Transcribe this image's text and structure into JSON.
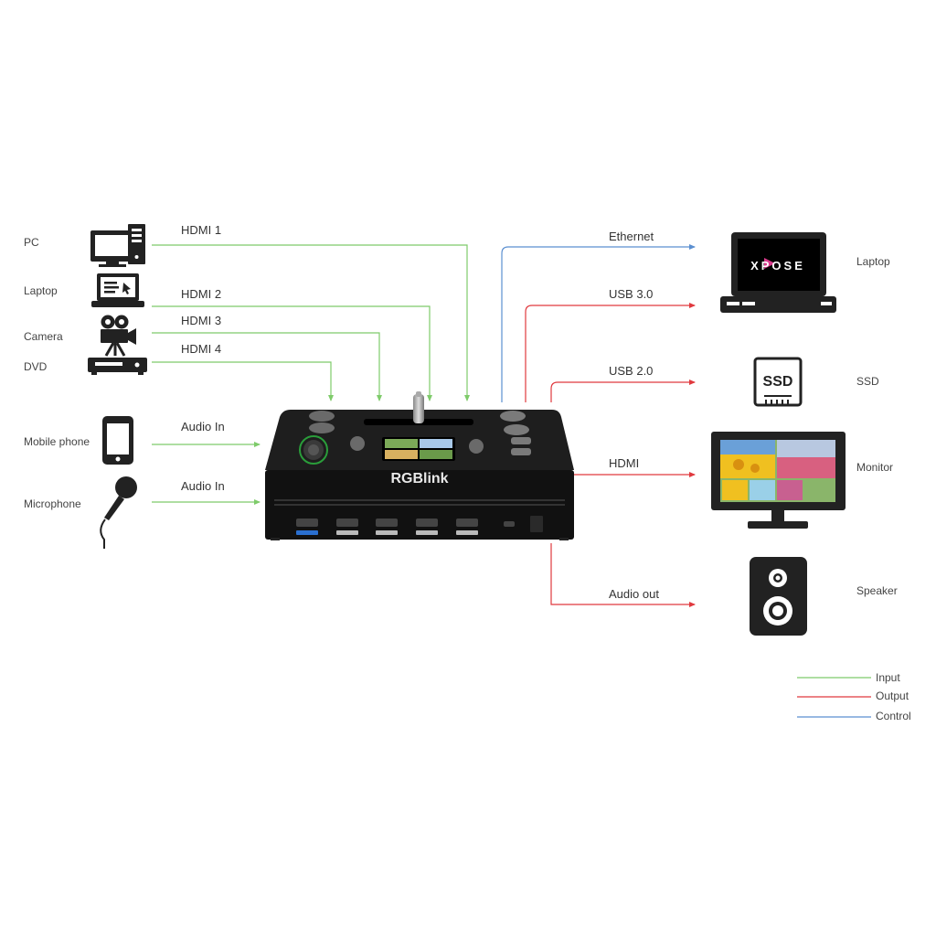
{
  "inputs": {
    "pc": "PC",
    "laptop": "Laptop",
    "camera": "Camera",
    "dvd": "DVD",
    "mobile": "Mobile phone",
    "microphone": "Microphone"
  },
  "input_connections": {
    "hdmi1": "HDMI 1",
    "hdmi2": "HDMI 2",
    "hdmi3": "HDMI 3",
    "hdmi4": "HDMI 4",
    "audio_in_1": "Audio In",
    "audio_in_2": "Audio In"
  },
  "output_connections": {
    "ethernet": "Ethernet",
    "usb3": "USB 3.0",
    "usb2": "USB 2.0",
    "hdmi": "HDMI",
    "audio_out": "Audio out"
  },
  "outputs": {
    "laptop": "Laptop",
    "ssd": "SSD",
    "monitor": "Monitor",
    "speaker": "Speaker"
  },
  "device": {
    "brand": "RGBlink",
    "software_logo": "XPOSE",
    "ssd_icon_text": "SSD"
  },
  "legend": {
    "input": "Input",
    "output": "Output",
    "control": "Control"
  },
  "colors": {
    "input": "#7ecb6a",
    "output": "#e0393e",
    "control": "#5b8fd0"
  }
}
